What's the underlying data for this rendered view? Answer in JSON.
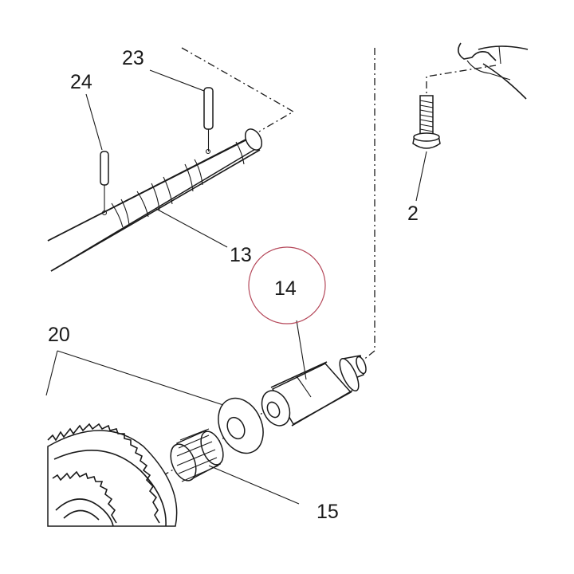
{
  "callouts": [
    {
      "id": "23",
      "label": "23"
    },
    {
      "id": "24",
      "label": "24"
    },
    {
      "id": "2",
      "label": "2"
    },
    {
      "id": "13",
      "label": "13"
    },
    {
      "id": "14",
      "label": "14"
    },
    {
      "id": "20",
      "label": "20"
    },
    {
      "id": "15",
      "label": "15"
    }
  ],
  "highlight": {
    "callout": "14",
    "color": "#b5485a"
  }
}
